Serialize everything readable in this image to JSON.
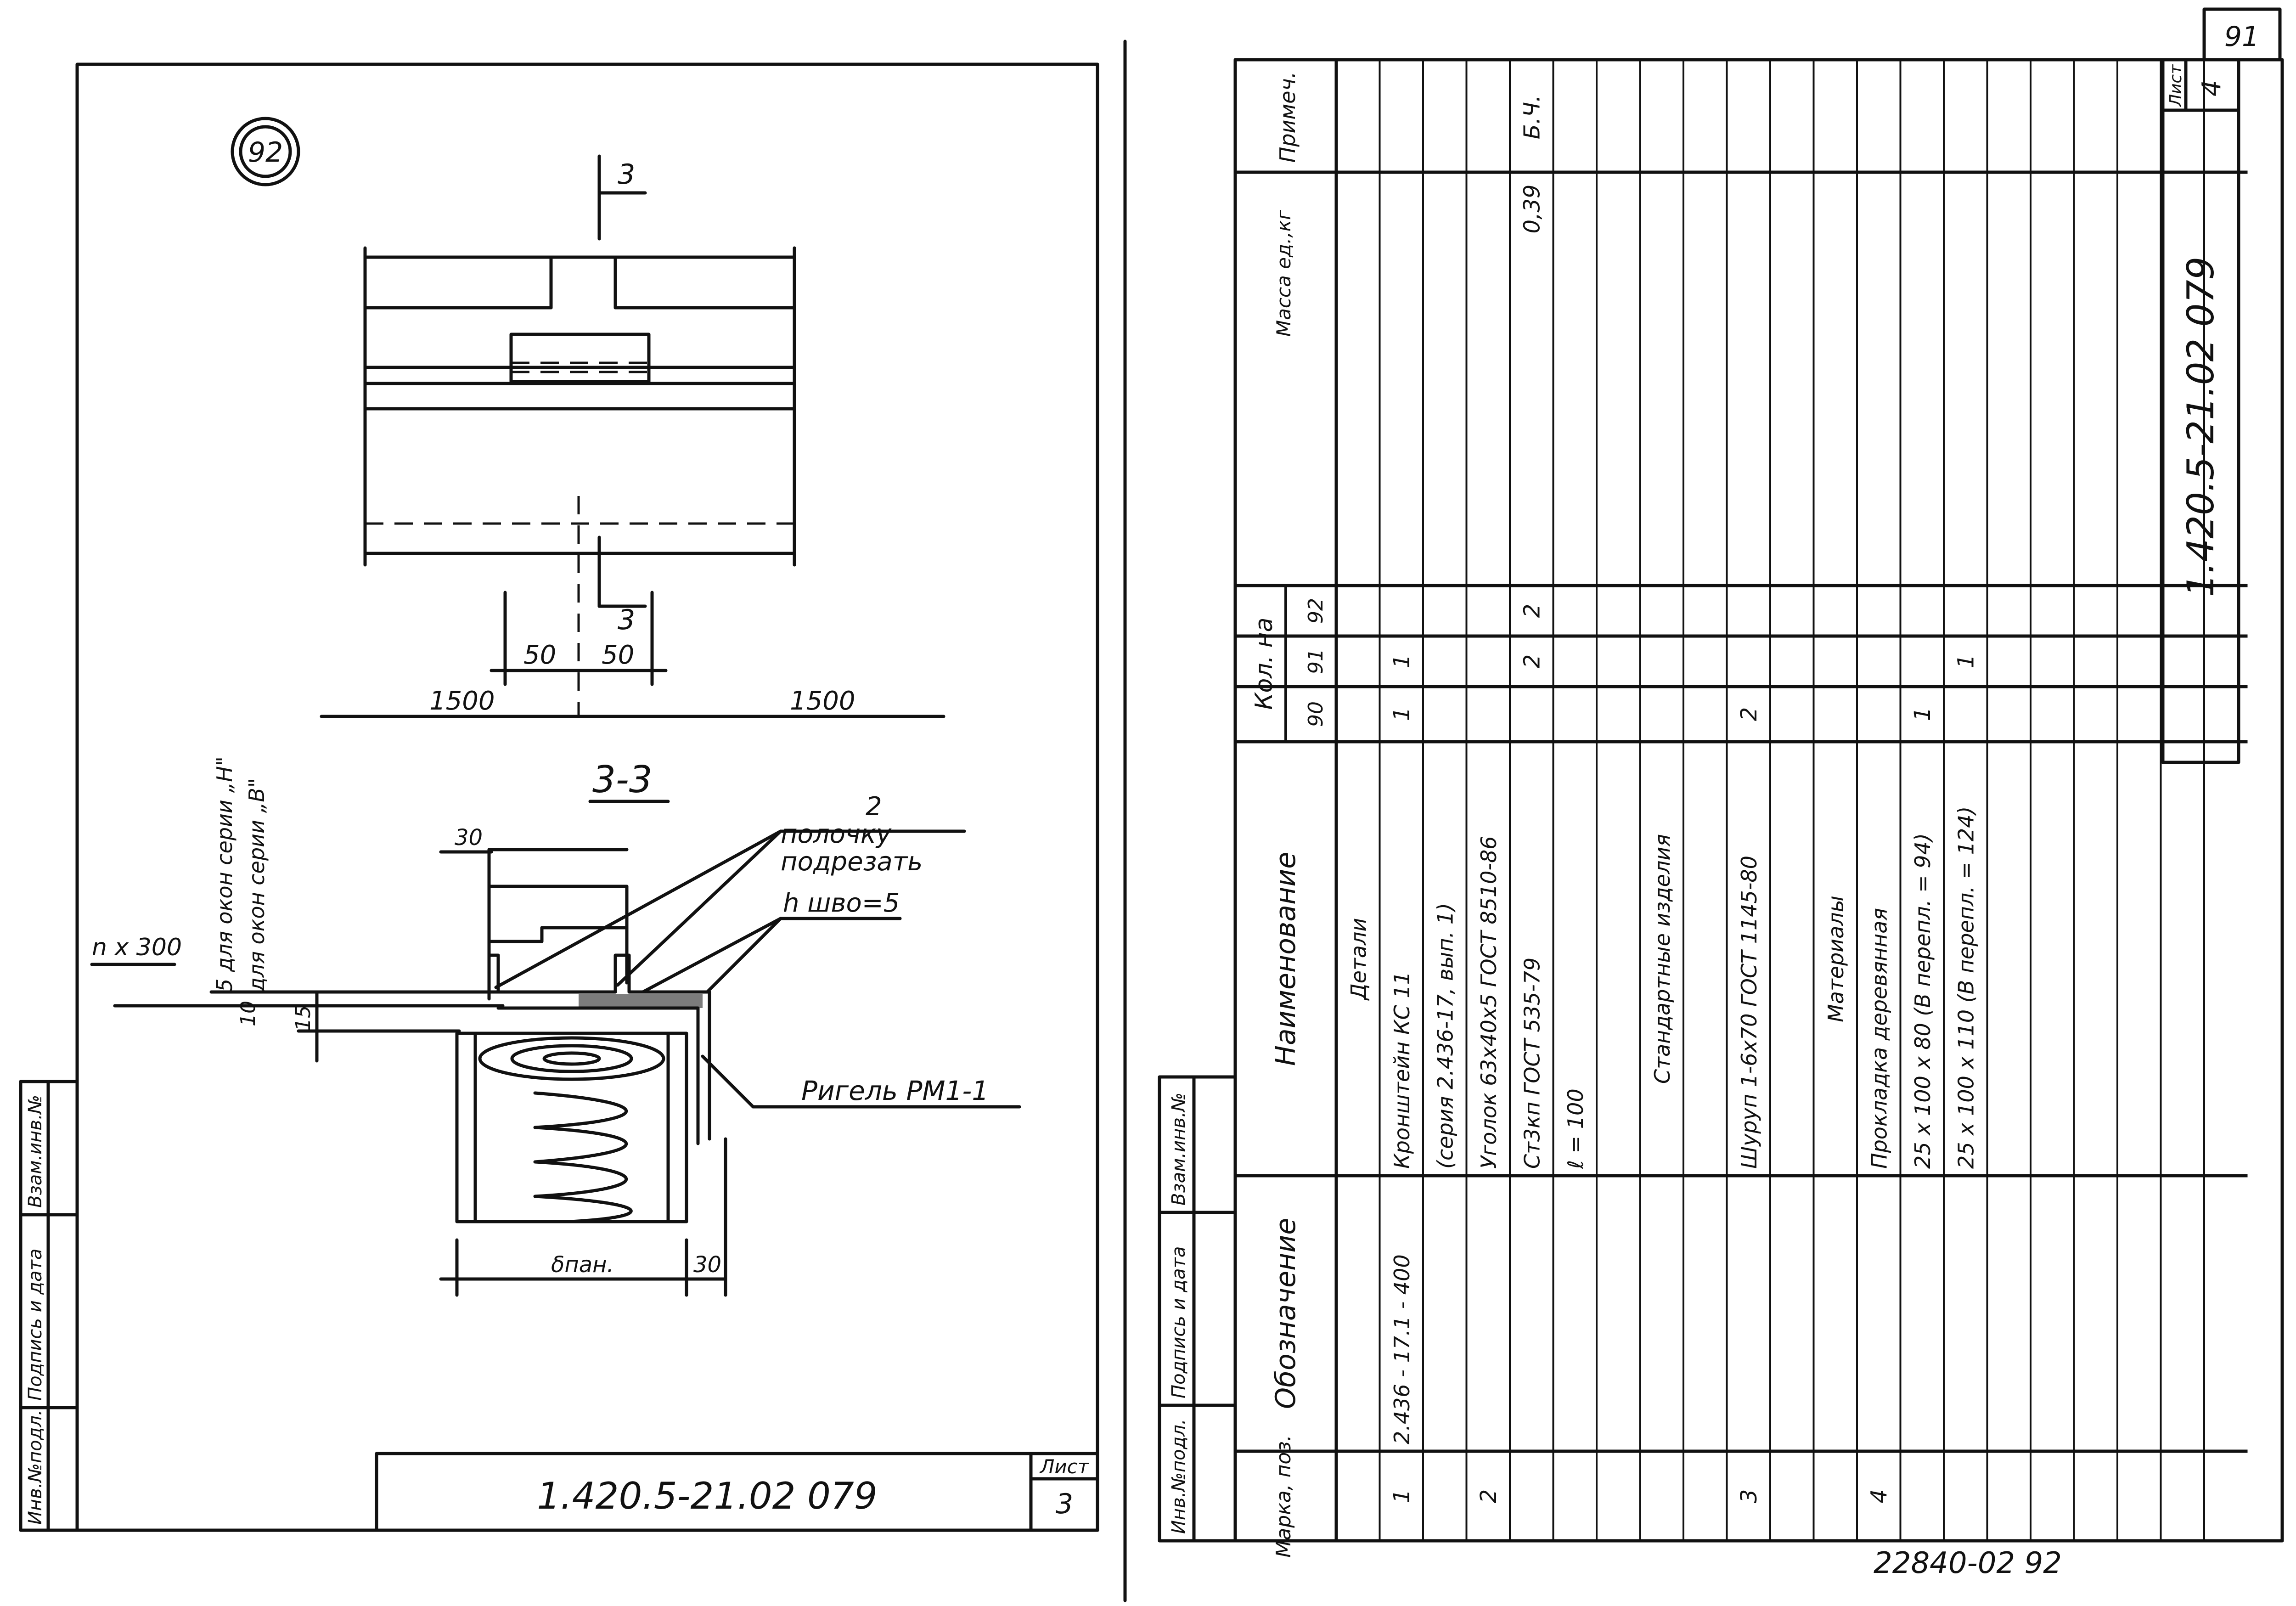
{
  "corner_sheet_number": "91",
  "left_sheet": {
    "circle_label": "92",
    "section_mark": "3",
    "section_title": "3-3",
    "dims": {
      "d50a": "50",
      "d50b": "50",
      "d1500a": "1500",
      "d1500b": "1500",
      "d30a": "30",
      "d30b": "30",
      "d10": "10",
      "d15": "15",
      "bpan": "δпан."
    },
    "notes": {
      "n1": "2",
      "n2": "полочку",
      "n3": "подрезать",
      "n4": "h шво=5",
      "n5": "5 для окон серии „Н\"",
      "n6": "для окон серии „В\"",
      "n7": "n x 300",
      "n8": "Ригель  РМ1-1"
    },
    "stamp_cols": [
      "Инв.№подл.",
      "Подпись и дата",
      "Взам.инв.№"
    ],
    "doc_code": "1.420.5-21.02 079",
    "sheet_label": "Лист",
    "sheet_no": "3"
  },
  "right_sheet": {
    "headers": {
      "pos": "Марка, поз.",
      "des": "Обозначение",
      "name": "Наименование",
      "qty": "Кол. на",
      "q90": "90",
      "q91": "91",
      "q92": "92",
      "mass": "Масса ед.,кг",
      "note": "Примеч."
    },
    "rows": [
      {
        "pos": "",
        "des": "",
        "name": "Детали",
        "q90": "",
        "q91": "",
        "q92": "",
        "mass": "",
        "note": ""
      },
      {
        "pos": "1",
        "des": "2.436 - 17.1 - 400",
        "name": "Кронштейн  КС 11",
        "q90": "1",
        "q91": "1",
        "q92": "",
        "mass": "",
        "note": ""
      },
      {
        "pos": "",
        "des": "",
        "name": "(серия  2.436-17, вып. 1)",
        "q90": "",
        "q91": "",
        "q92": "",
        "mass": "",
        "note": ""
      },
      {
        "pos": "2",
        "des": "",
        "name": "Уголок  63x40x5 ГОСТ 8510-86",
        "q90": "",
        "q91": "",
        "q92": "",
        "mass": "",
        "note": ""
      },
      {
        "pos": "",
        "des": "",
        "name": "Ст3кп ГОСТ 535-79",
        "q90": "",
        "q91": "2",
        "q92": "2",
        "mass": "0,39",
        "note": "Б.Ч."
      },
      {
        "pos": "",
        "des": "",
        "name": "ℓ = 100",
        "q90": "",
        "q91": "",
        "q92": "",
        "mass": "",
        "note": ""
      },
      {
        "pos": "",
        "des": "",
        "name": "",
        "q90": "",
        "q91": "",
        "q92": "",
        "mass": "",
        "note": ""
      },
      {
        "pos": "",
        "des": "",
        "name": "Стандартные изделия",
        "q90": "",
        "q91": "",
        "q92": "",
        "mass": "",
        "note": ""
      },
      {
        "pos": "",
        "des": "",
        "name": "",
        "q90": "",
        "q91": "",
        "q92": "",
        "mass": "",
        "note": ""
      },
      {
        "pos": "3",
        "des": "",
        "name": "Шуруп 1-6x70 ГОСТ 1145-80",
        "q90": "2",
        "q91": "",
        "q92": "",
        "mass": "",
        "note": ""
      },
      {
        "pos": "",
        "des": "",
        "name": "",
        "q90": "",
        "q91": "",
        "q92": "",
        "mass": "",
        "note": ""
      },
      {
        "pos": "",
        "des": "",
        "name": "Материалы",
        "q90": "",
        "q91": "",
        "q92": "",
        "mass": "",
        "note": ""
      },
      {
        "pos": "4",
        "des": "",
        "name": "Прокладка  деревянная",
        "q90": "",
        "q91": "",
        "q92": "",
        "mass": "",
        "note": ""
      },
      {
        "pos": "",
        "des": "",
        "name": "25 x 100 x 80  (В перепл. = 94)",
        "q90": "1",
        "q91": "",
        "q92": "",
        "mass": "",
        "note": ""
      },
      {
        "pos": "",
        "des": "",
        "name": "25 x 100 x 110 (В перепл. = 124)",
        "q90": "",
        "q91": "1",
        "q92": "",
        "mass": "",
        "note": ""
      },
      {
        "pos": "",
        "des": "",
        "name": "",
        "q90": "",
        "q91": "",
        "q92": "",
        "mass": "",
        "note": ""
      },
      {
        "pos": "",
        "des": "",
        "name": "",
        "q90": "",
        "q91": "",
        "q92": "",
        "mass": "",
        "note": ""
      },
      {
        "pos": "",
        "des": "",
        "name": "",
        "q90": "",
        "q91": "",
        "q92": "",
        "mass": "",
        "note": ""
      },
      {
        "pos": "",
        "des": "",
        "name": "",
        "q90": "",
        "q91": "",
        "q92": "",
        "mass": "",
        "note": ""
      },
      {
        "pos": "",
        "des": "",
        "name": "",
        "q90": "",
        "q91": "",
        "q92": "",
        "mass": "",
        "note": ""
      },
      {
        "pos": "",
        "des": "",
        "name": "",
        "q90": "",
        "q91": "",
        "q92": "",
        "mass": "",
        "note": ""
      }
    ],
    "stamp_cols": [
      "Инв.№подл.",
      "Подпись и дата",
      "Взам.инв.№"
    ],
    "doc_code": "1.420.5-21.02 079",
    "sheet_label": "Лист",
    "sheet_no": "4",
    "archive_no": "22840-02  92"
  }
}
